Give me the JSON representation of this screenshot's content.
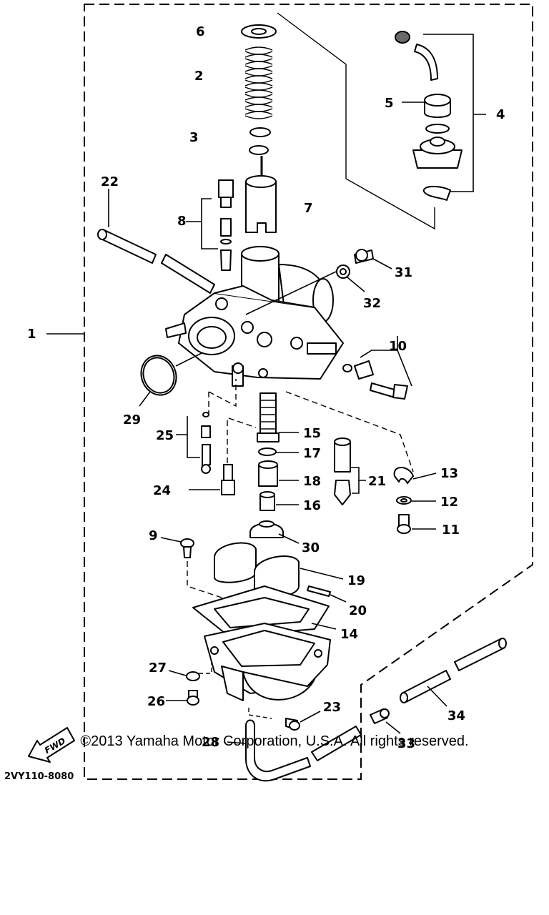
{
  "diagram": {
    "code": "2VY110-8080",
    "fwd_label": "FWD",
    "callouts": [
      "1",
      "2",
      "3",
      "4",
      "5",
      "6",
      "7",
      "8",
      "9",
      "10",
      "11",
      "12",
      "13",
      "14",
      "15",
      "16",
      "17",
      "18",
      "19",
      "20",
      "21",
      "22",
      "23",
      "24",
      "25",
      "26",
      "27",
      "28",
      "29",
      "30",
      "31",
      "32",
      "33",
      "34"
    ]
  },
  "footer": {
    "copyright": "©2013 Yamaha Motor Corporation, U.S.A. All rights reserved."
  }
}
